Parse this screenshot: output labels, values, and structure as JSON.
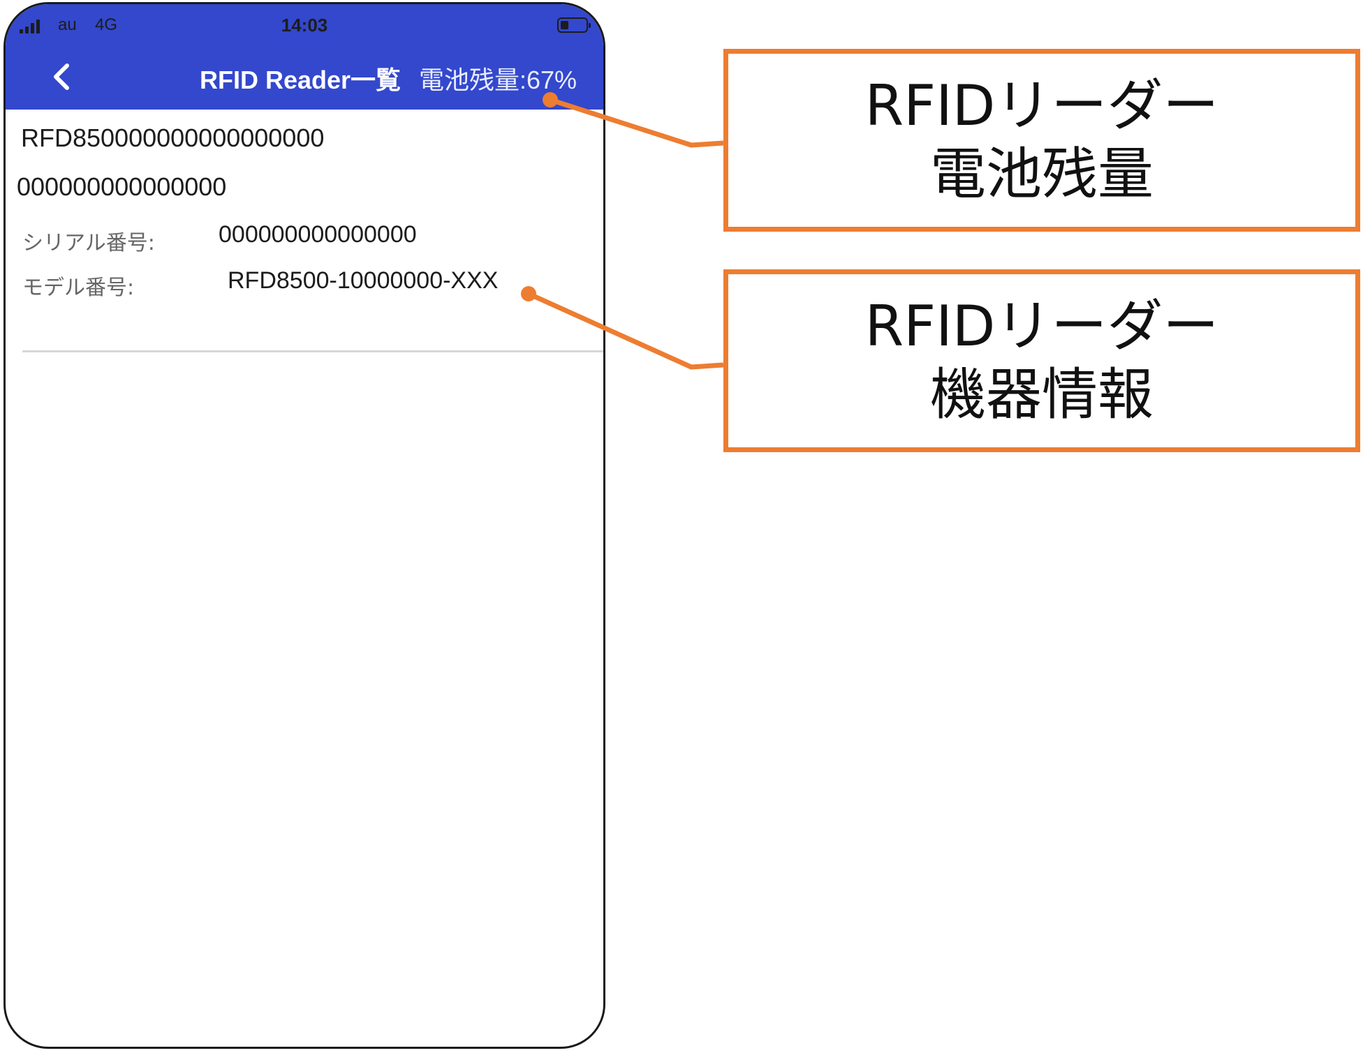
{
  "status_bar": {
    "carrier": "au",
    "network": "4G",
    "time": "14:03"
  },
  "nav": {
    "title": "RFID Reader一覧",
    "battery_text": "電池残量:67%",
    "battery_level_percent": 67
  },
  "reader": {
    "name": "RFD850000000000000000",
    "id": "000000000000000",
    "serial_label": "シリアル番号:",
    "serial_value": "000000000000000",
    "model_label": "モデル番号:",
    "model_value": "RFD8500-10000000-XXX"
  },
  "callouts": {
    "battery": {
      "line1": "RFIDリーダー",
      "line2": "電池残量"
    },
    "device_info": {
      "line1": "RFIDリーダー",
      "line2": "機器情報"
    }
  },
  "colors": {
    "header": "#3348cc",
    "callout": "#ed7d31"
  },
  "icons": {
    "back": "chevron-left-icon",
    "signal": "signal-icon",
    "battery": "battery-icon"
  }
}
